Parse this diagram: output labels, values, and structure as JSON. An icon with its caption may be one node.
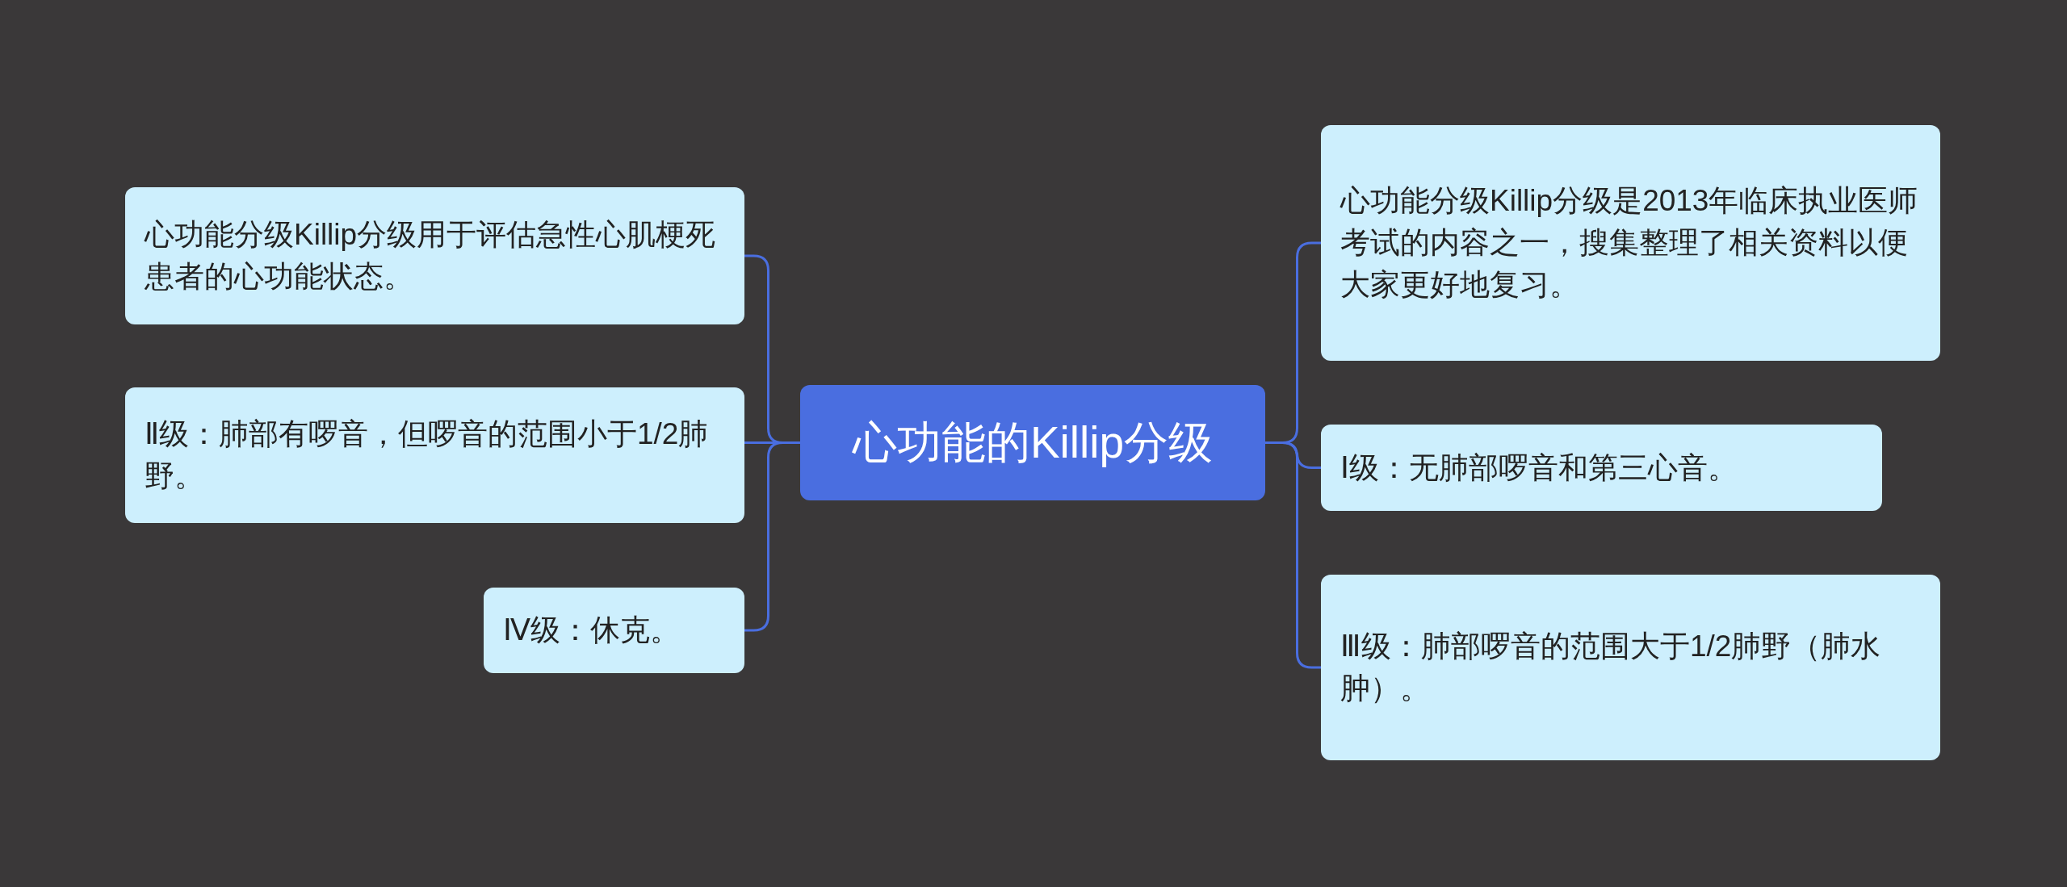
{
  "diagram": {
    "nodes": [
      {
        "text": [
          "心功能的Killip分级"
        ]
      },
      {
        "text": [
          "心功能分级Killip分级是2013年临床执业医师考试的内容之一，搜集整理了相关资料以便大家更好地复习。"
        ]
      },
      {
        "text": [
          "Ⅰ级：无肺部啰音和第三心音。"
        ]
      },
      {
        "text": [
          "Ⅲ级：肺部啰音的范围大于1/2肺野（肺水肿）。"
        ]
      },
      {
        "text": [
          "心功能分级Killip分级用于评估急性心肌梗死患者的心功能状态。"
        ]
      },
      {
        "text": [
          "Ⅱ级：肺部有啰音，但啰音的范围小于1/2肺野。"
        ]
      },
      {
        "text": [
          "Ⅳ级：休克。"
        ]
      }
    ],
    "edges": [
      {
        "from": 0,
        "to": 1,
        "arrow": "none"
      },
      {
        "from": 0,
        "to": 2,
        "arrow": "none"
      },
      {
        "from": 0,
        "to": 3,
        "arrow": "none"
      },
      {
        "from": 0,
        "to": 4,
        "arrow": "none"
      },
      {
        "from": 0,
        "to": 5,
        "arrow": "none"
      },
      {
        "from": 0,
        "to": 6,
        "arrow": "none"
      }
    ]
  }
}
